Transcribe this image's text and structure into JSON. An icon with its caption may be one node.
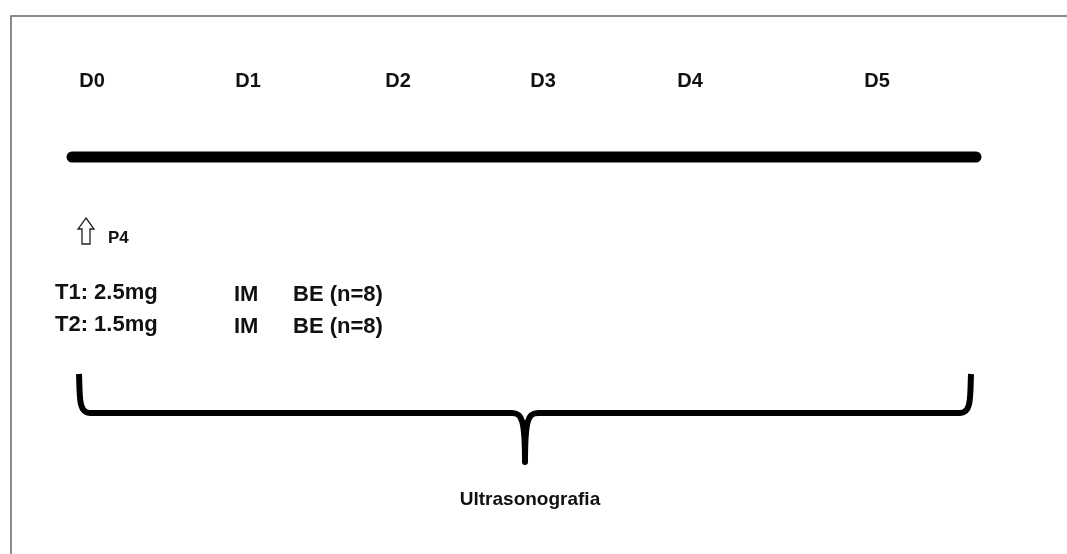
{
  "diagram": {
    "labels": [
      "D0",
      "D1",
      "D2",
      "D3",
      "D4",
      "D5",
      "P4",
      "T1: 2.5mg",
      "IM",
      "BE (n=8)",
      "T2: 1.5mg",
      "IM",
      "BE (n=8)",
      "Ultrasonografia"
    ]
  }
}
